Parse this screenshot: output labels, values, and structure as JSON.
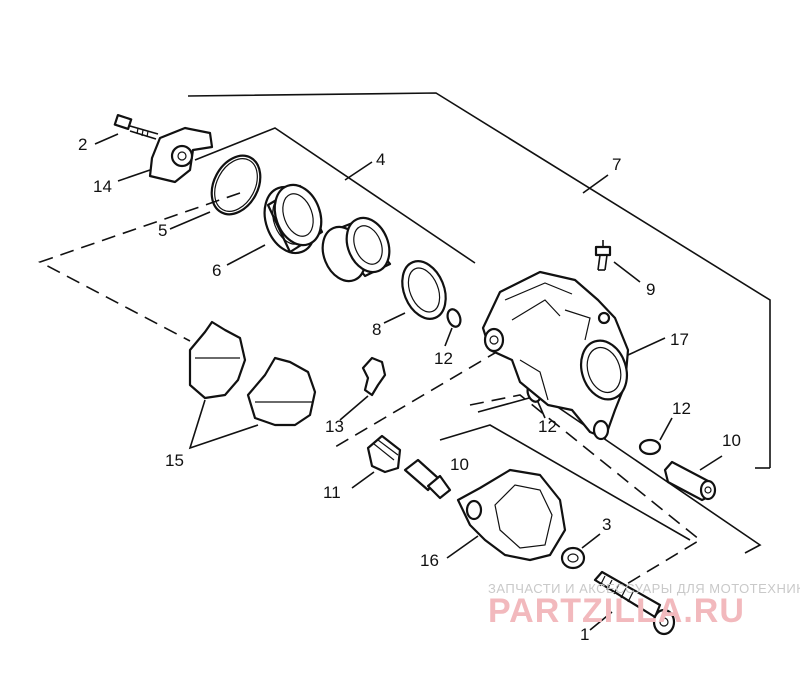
{
  "diagram": {
    "labels": [
      {
        "id": "2",
        "text": "2"
      },
      {
        "id": "14",
        "text": "14"
      },
      {
        "id": "4",
        "text": "4"
      },
      {
        "id": "5",
        "text": "5"
      },
      {
        "id": "6",
        "text": "6"
      },
      {
        "id": "7",
        "text": "7"
      },
      {
        "id": "8",
        "text": "8"
      },
      {
        "id": "9",
        "text": "9"
      },
      {
        "id": "12a",
        "text": "12"
      },
      {
        "id": "17",
        "text": "17"
      },
      {
        "id": "12b",
        "text": "12"
      },
      {
        "id": "12c",
        "text": "12"
      },
      {
        "id": "13",
        "text": "13"
      },
      {
        "id": "15",
        "text": "15"
      },
      {
        "id": "10a",
        "text": "10"
      },
      {
        "id": "10b",
        "text": "10"
      },
      {
        "id": "11",
        "text": "11"
      },
      {
        "id": "3",
        "text": "3"
      },
      {
        "id": "16",
        "text": "16"
      },
      {
        "id": "1",
        "text": "1"
      }
    ]
  },
  "watermark": {
    "subtitle": "ЗАПЧАСТИ И АКСЕССУАРЫ ДЛЯ МОТОТЕХНИКИ",
    "brand": "PARTZILLA.RU"
  }
}
